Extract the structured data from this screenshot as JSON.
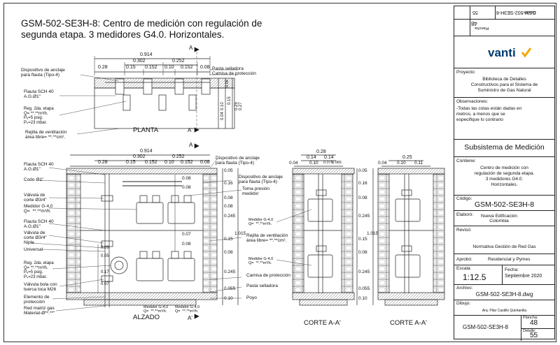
{
  "title": {
    "line1": "GSM-502-SE3H-8: Centro de medición con regulación de",
    "line2": "segunda etapa.  3 medidores G4.0. Horizontales."
  },
  "views": {
    "planta": "PLANTA",
    "alzado": "ALZADO",
    "corte1": "CORTE A-A'",
    "corte2": "CORTE A-A'",
    "marker_a": "A",
    "marker_a2": "A'"
  },
  "dims_plan": {
    "total": "0.914",
    "sub1": "0.302",
    "sub2": "0.252",
    "segs": [
      "0.28",
      "0.15",
      "0.152",
      "0.10",
      "0.152",
      "0.08"
    ],
    "vert": [
      "0.04",
      "0.10",
      "0.15",
      "0.25",
      "0.27"
    ],
    "small": "0.08"
  },
  "dims_elev": {
    "total": "0.914",
    "sub1": "0.302",
    "sub2": "0.252",
    "segs": [
      "0.28",
      "0.15",
      "0.152",
      "0.10",
      "0.152",
      "0.08"
    ],
    "right": [
      "0.05",
      "0.16",
      "0.08",
      "0.08",
      "0.245",
      "0.15",
      "0.08",
      "0.245",
      "0.055",
      "0.10"
    ],
    "total_h": "1.015",
    "inner": [
      "0.08",
      "0.08",
      "0.07",
      "0.08"
    ],
    "left": [
      "0.09",
      "0.05",
      "0.17",
      "0.07"
    ]
  },
  "dims_corte1": {
    "top": "0.28",
    "mid": [
      "0.14",
      "0.14"
    ],
    "bot": [
      "0.04",
      "0.10",
      "0.075",
      "0.065"
    ],
    "right": [
      "0.05",
      "0.16",
      "0.08",
      "0.245",
      "0.15",
      "0.08",
      "0.245",
      "0.055",
      "0.10"
    ],
    "total_h": "1.015"
  },
  "dims_corte2": {
    "top": "0.25",
    "bot": [
      "0.04",
      "0.10",
      "0.11"
    ]
  },
  "labels_plan": {
    "dispositivo": "Dispositivo de anclaje\npara flauta (Tipo-4)",
    "pasta": "Pasta selladora",
    "camisa": "Camisa de protección",
    "flauta": "Flauta SCH 40\nA.G.Ø1\"",
    "reg": "Reg. 2da. etapa\nQ= **.**m³/h.\nPₑ=5 psig.\nPₛ=23 mbar.",
    "rejilla": "Rejilla de ventilación\nárea libre= **.**cm²."
  },
  "labels_elev_left": {
    "flauta": "Flauta SCH 40\nA.G.Ø1\"",
    "codo": "Codo Ø1\"",
    "valv1": "Válvula de\ncorte Ø3/4\"",
    "medidor": "Medidor G-4,0\nQ=  **.**m³/h.",
    "flauta2": "Flauta SCH 40\nA.G.Ø1\"",
    "valv2": "Válvula de\ncorte Ø3/4\"",
    "niple": "Niple",
    "universal": "Universal",
    "reg": "Reg. 2da. etapa\nQ= **.**m³/h.\nPₑ=5 psig.\nPₛ=23 mbar.",
    "bola": "Válvula bola con\ntuerca loca M26",
    "elemento": "Elemento de\nprotección",
    "red": "Red matriz gas\nMaterial-Ø**.**\""
  },
  "labels_elev_right": {
    "dispositivo_top": "Dispositivo de anclaje\npara flauta (Tipo-4)",
    "dispositivo": "Dispositivo de anclaje\npara flauta (Tipo-4)",
    "toma": "Toma presión\nmedidor",
    "rejilla": "Rejilla de ventilación\nárea libre= **.**cm².",
    "camisa": "Camisa de protección",
    "pasta": "Pasta selladora",
    "poyo": "Poyo"
  },
  "labels_elev_meter": {
    "m_bottom1": "Medidor G-4,0\nQ=  **.**m³/h.",
    "m_bottom2": "Medidor G-4,0\nQ=  **.**m³/h.",
    "m_corte1": "Medidor G-4,0\nQ=  **.**m³/h.",
    "m_corte2": "Medidor G-4,0\nQ=  **.**m³/h."
  },
  "panel": {
    "ref_rot": "GSM-502-SE3H-8",
    "sheet_rot_label": "Plancha:",
    "sheet_rot": "48",
    "detail_rot_label": "Detalle:",
    "detail_rot": "55",
    "brand": "vanti",
    "proyecto_label": "Proyecto:",
    "proyecto": "Biblioteca de Detalles\nConstructivos para el Sistema de\nSuministro de Gas Natural",
    "obs_label": "Observaciones:",
    "obs": "-Todas las cotas están dadas en\nmetros, a menos que se\nespecifique lo contrario",
    "subsistema": "Subsistema de Medición",
    "contiene_label": "Contiene:",
    "contiene": "Centro de medición con\nregulación de segunda etapa.\n3 medidores G4.0.\nHorizontales.",
    "codigo_label": "Código:",
    "codigo": "GSM-502-SE3H-8",
    "elaboro_label": "Elaboró:",
    "elaboro": "Nueva Edificación\nColombia",
    "reviso_label": "Revisó:",
    "reviso": "Normativa Gestión de Red Gas",
    "aprobo_label": "Aprobó:",
    "aprobo": "Residencial y Pymes",
    "escala_label": "Escala:",
    "escala": "1:12.5",
    "fecha_label": "Fecha:",
    "fecha": "Septiembre 2020",
    "archivo_label": "Archivo:",
    "archivo": "GSM-502-SE3H-8.dwg",
    "dibujo_label": "Dibujo:",
    "dibujo": "Arq. Pilar Castillo Quintanilla",
    "bottom_ref": "GSM-502-SE3H-8",
    "plancha_label": "Plancha:",
    "plancha": "48",
    "detalle_label": "Detalle:",
    "detalle": "55"
  }
}
